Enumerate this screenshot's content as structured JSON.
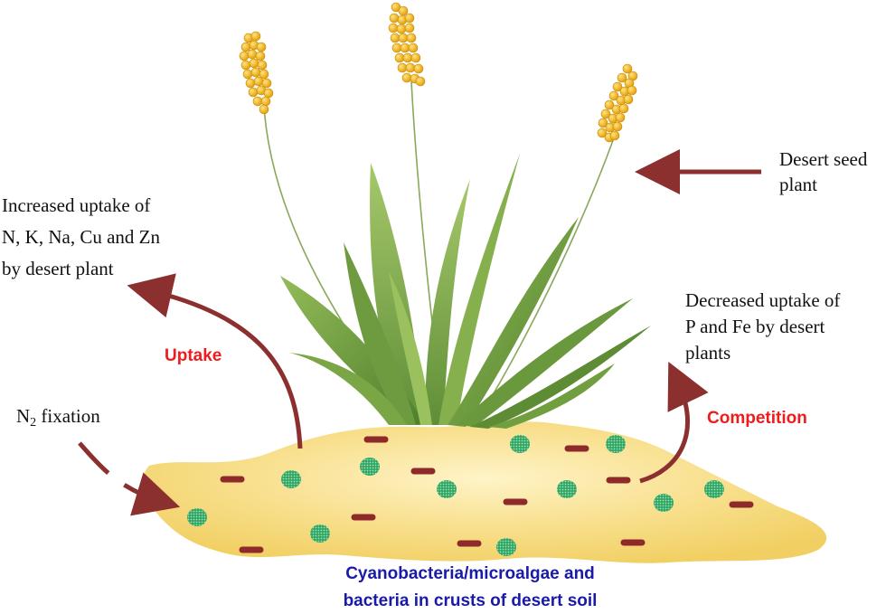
{
  "labels": {
    "desert_seed_plant_line1": "Desert seed",
    "desert_seed_plant_line2": "plant",
    "increased_uptake_line1": "Increased uptake of",
    "increased_uptake_line2": "N, K, Na, Cu and Zn",
    "increased_uptake_line3": "by desert plant",
    "decreased_uptake_line1": "Decreased uptake of",
    "decreased_uptake_line2": "P and Fe by desert",
    "decreased_uptake_line3": "plants",
    "uptake": "Uptake",
    "competition": "Competition",
    "n2_fixation_prefix": "N",
    "n2_fixation_subscript": "2",
    "n2_fixation_suffix": " fixation",
    "caption_line1": "Cyanobacteria/microalgae and",
    "caption_line2": "bacteria in crusts of desert soil"
  },
  "colors": {
    "arrow": "#8b2f2f",
    "soil_crust": "#f7d97a",
    "algae_cell": "#3cb878",
    "bacteria_rod": "#8f2a2a",
    "leaf": "#7fa84a",
    "seed_head": "#f2b81e",
    "highlight_label": "#ee1c1c",
    "caption": "#1a1aa8"
  },
  "icons": {
    "plant": "grass-plant-icon",
    "seed_heads": "seed-head-icon",
    "soil": "soil-crust-icon",
    "algae": "green-cell-icon",
    "bacteria": "rod-bacterium-icon"
  }
}
